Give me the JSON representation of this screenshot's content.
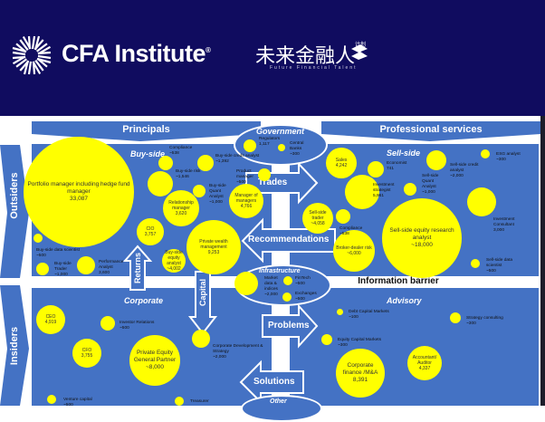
{
  "header": {
    "org_name": "CFA Institute",
    "org_mark": "®",
    "partner_cn": "未来金融人",
    "partner_cn_suffix": "计划",
    "partner_en": "Future Financial Talent",
    "background": "#100c5f"
  },
  "diagram": {
    "banners": {
      "principals": "Principals",
      "professional_services": "Professional services",
      "outsiders": "Outsiders",
      "insiders": "Insiders",
      "information_barrier": "Information barrier"
    },
    "sections": {
      "buy_side": "Buy-side",
      "sell_side": "Sell-side",
      "government": "Government",
      "infrastructure": "Infrastructure",
      "corporate": "Corporate",
      "advisory": "Advisory",
      "other": "Other"
    },
    "flows": {
      "trades": "Trades",
      "recommendations": "Recommendations",
      "problems": "Problems",
      "solutions": "Solutions",
      "returns": "Returns",
      "capital": "Capital"
    },
    "colors": {
      "panel": "#4472c4",
      "bubble": "#ffff00"
    },
    "bubbles": [
      {
        "label": "Portfolio manager including hedge fund manager",
        "value": "33,087"
      },
      {
        "label": "Compliance",
        "value": "~538"
      },
      {
        "label": "Buy-side credit analyst",
        "value": "~1,392"
      },
      {
        "label": "Buy-side risk",
        "value": "~1,546"
      },
      {
        "label": "Product manager",
        "value": "~500"
      },
      {
        "label": "Buy-side Quant Analyst",
        "value": "~1,000"
      },
      {
        "label": "Manager of managers",
        "value": "4,766"
      },
      {
        "label": "Relationship manager",
        "value": "3,620"
      },
      {
        "label": "CIO",
        "value": "3,757"
      },
      {
        "label": "Private wealth management",
        "value": "9,253"
      },
      {
        "label": "Buy-side equity analyst",
        "value": "~4,002"
      },
      {
        "label": "Buy-side data scientist",
        "value": "~500"
      },
      {
        "label": "Buy-side Trader",
        "value": "~1,000"
      },
      {
        "label": "Performance Analyst",
        "value": "3,600"
      },
      {
        "label": "Regulators",
        "value": "1,117"
      },
      {
        "label": "Central Banks",
        "value": "~300"
      },
      {
        "label": "Sales",
        "value": "4,242"
      },
      {
        "label": "Economist",
        "value": "741"
      },
      {
        "label": "Investment strategist",
        "value": "5,961"
      },
      {
        "label": "Sell-side Quant Analyst",
        "value": "~1,000"
      },
      {
        "label": "Sell-side credit analyst",
        "value": "~2,000"
      },
      {
        "label": "ESG analyst",
        "value": "~300"
      },
      {
        "label": "Investment Consultant",
        "value": "3,000"
      },
      {
        "label": "Sell-side trader",
        "value": "~4,058"
      },
      {
        "label": "Compliance",
        "value": "~538"
      },
      {
        "label": "Broker-dealer risk",
        "value": "~6,000"
      },
      {
        "label": "Sell-side equity research analyst",
        "value": "~18,000"
      },
      {
        "label": "Sell-side data scientist",
        "value": "~500"
      },
      {
        "label": "Market data & indices",
        "value": "~2,000"
      },
      {
        "label": "FinTech",
        "value": "~500"
      },
      {
        "label": "Exchanges",
        "value": "~500"
      },
      {
        "label": "CEO",
        "value": "4,919"
      },
      {
        "label": "Investor Relations",
        "value": "~500"
      },
      {
        "label": "CFO",
        "value": "3,755"
      },
      {
        "label": "Private Equity General Partner",
        "value": "~8,000"
      },
      {
        "label": "Corporate Development & Strategy",
        "value": "~2,000"
      },
      {
        "label": "Venture capital",
        "value": "~500"
      },
      {
        "label": "Treasurer",
        "value": ""
      },
      {
        "label": "Debt Capital Markets",
        "value": "~100"
      },
      {
        "label": "Strategy consulting",
        "value": "~300"
      },
      {
        "label": "Equity Capital Markets",
        "value": "~300"
      },
      {
        "label": "Accountant/ Auditor",
        "value": "4,337"
      },
      {
        "label": "Corporate finance /M&A",
        "value": "8,391"
      }
    ]
  }
}
